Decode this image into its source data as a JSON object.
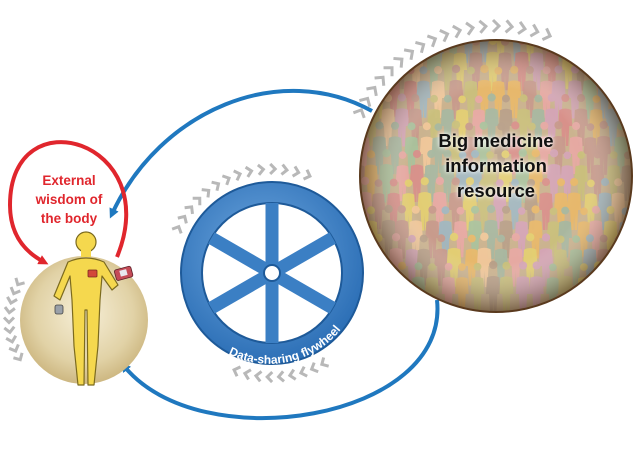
{
  "labels": {
    "external_wisdom": [
      "External",
      "wisdom of",
      "the body"
    ],
    "big_medicine": [
      "Big medicine",
      "information",
      "resource"
    ],
    "flywheel": "Data-sharing flywheel"
  },
  "colors": {
    "blue_arrow": "#1f78bf",
    "red_arrow": "#e0262d",
    "chevron": "#b8b8b8",
    "body_circle": "#d9c79b",
    "person": "#f5d84e",
    "wheel": "#3b7fc4"
  },
  "icons": {
    "person": "person-icon",
    "wheel": "wheel-icon",
    "crowd": "crowd-icon"
  }
}
